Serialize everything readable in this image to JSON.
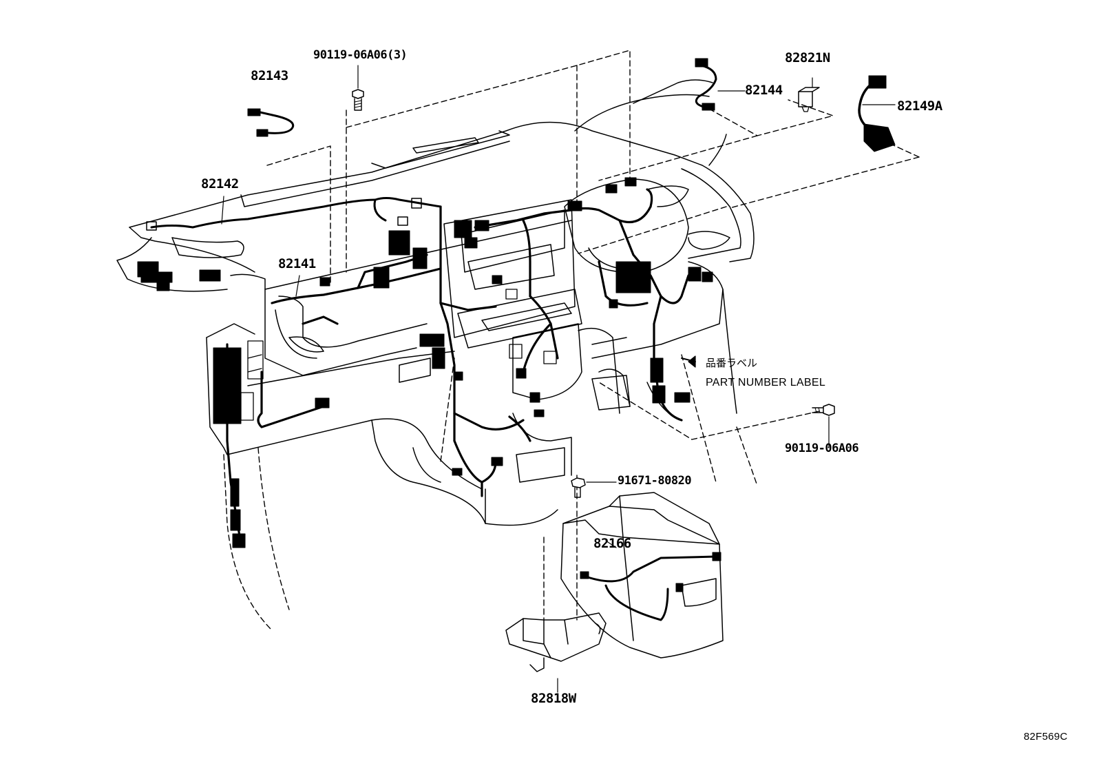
{
  "diagram": {
    "part_labels": {
      "p82143": "82143",
      "p90119_06A06_3": "90119-06A06(3)",
      "p82144": "82144",
      "p82821N": "82821N",
      "p82149A": "82149A",
      "p82142": "82142",
      "p82141": "82141",
      "p90119_06A06": "90119-06A06",
      "p91671_80820": "91671-80820",
      "p82166": "82166",
      "p82818W": "82818W"
    },
    "label_note": {
      "japanese": "品番ラベル",
      "english": "PART NUMBER LABEL"
    },
    "figure_code": "82F569C"
  }
}
